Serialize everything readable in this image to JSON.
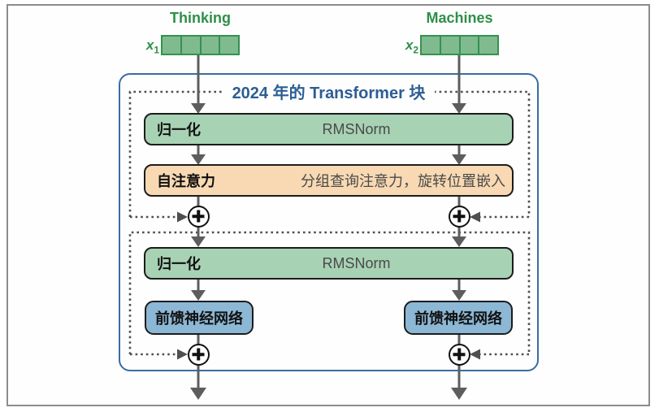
{
  "tokens": [
    {
      "word": "Thinking",
      "var": "x",
      "sub": "1"
    },
    {
      "word": "Machines",
      "var": "x",
      "sub": "2"
    }
  ],
  "embedding_cells_per_token": 4,
  "transformer_block": {
    "title": "2024 年的 Transformer 块",
    "norm1": {
      "label": "归一化",
      "method": "RMSNorm"
    },
    "self_attention": {
      "label": "自注意力",
      "method": "分组查询注意力，旋转位置嵌入"
    },
    "norm2": {
      "label": "归一化",
      "method": "RMSNorm"
    },
    "ffn_left": {
      "label": "前馈神经网络"
    },
    "ffn_right": {
      "label": "前馈神经网络"
    },
    "residual_add_symbol": "plus-in-circle"
  },
  "colors": {
    "token_green": "#2e8f47",
    "embed_cell_fill": "#7fbb8e",
    "embed_cell_border": "#35914f",
    "norm_fill": "#a8d2b4",
    "attention_fill": "#f8d9b3",
    "ffn_fill": "#8cb7d5",
    "block_border_blue": "#3a6ca3",
    "title_blue": "#2b5e94",
    "arrow_gray": "#5d5d5d",
    "dotted_gray": "#4f4f4f",
    "bar_border": "#1c1c1c"
  }
}
